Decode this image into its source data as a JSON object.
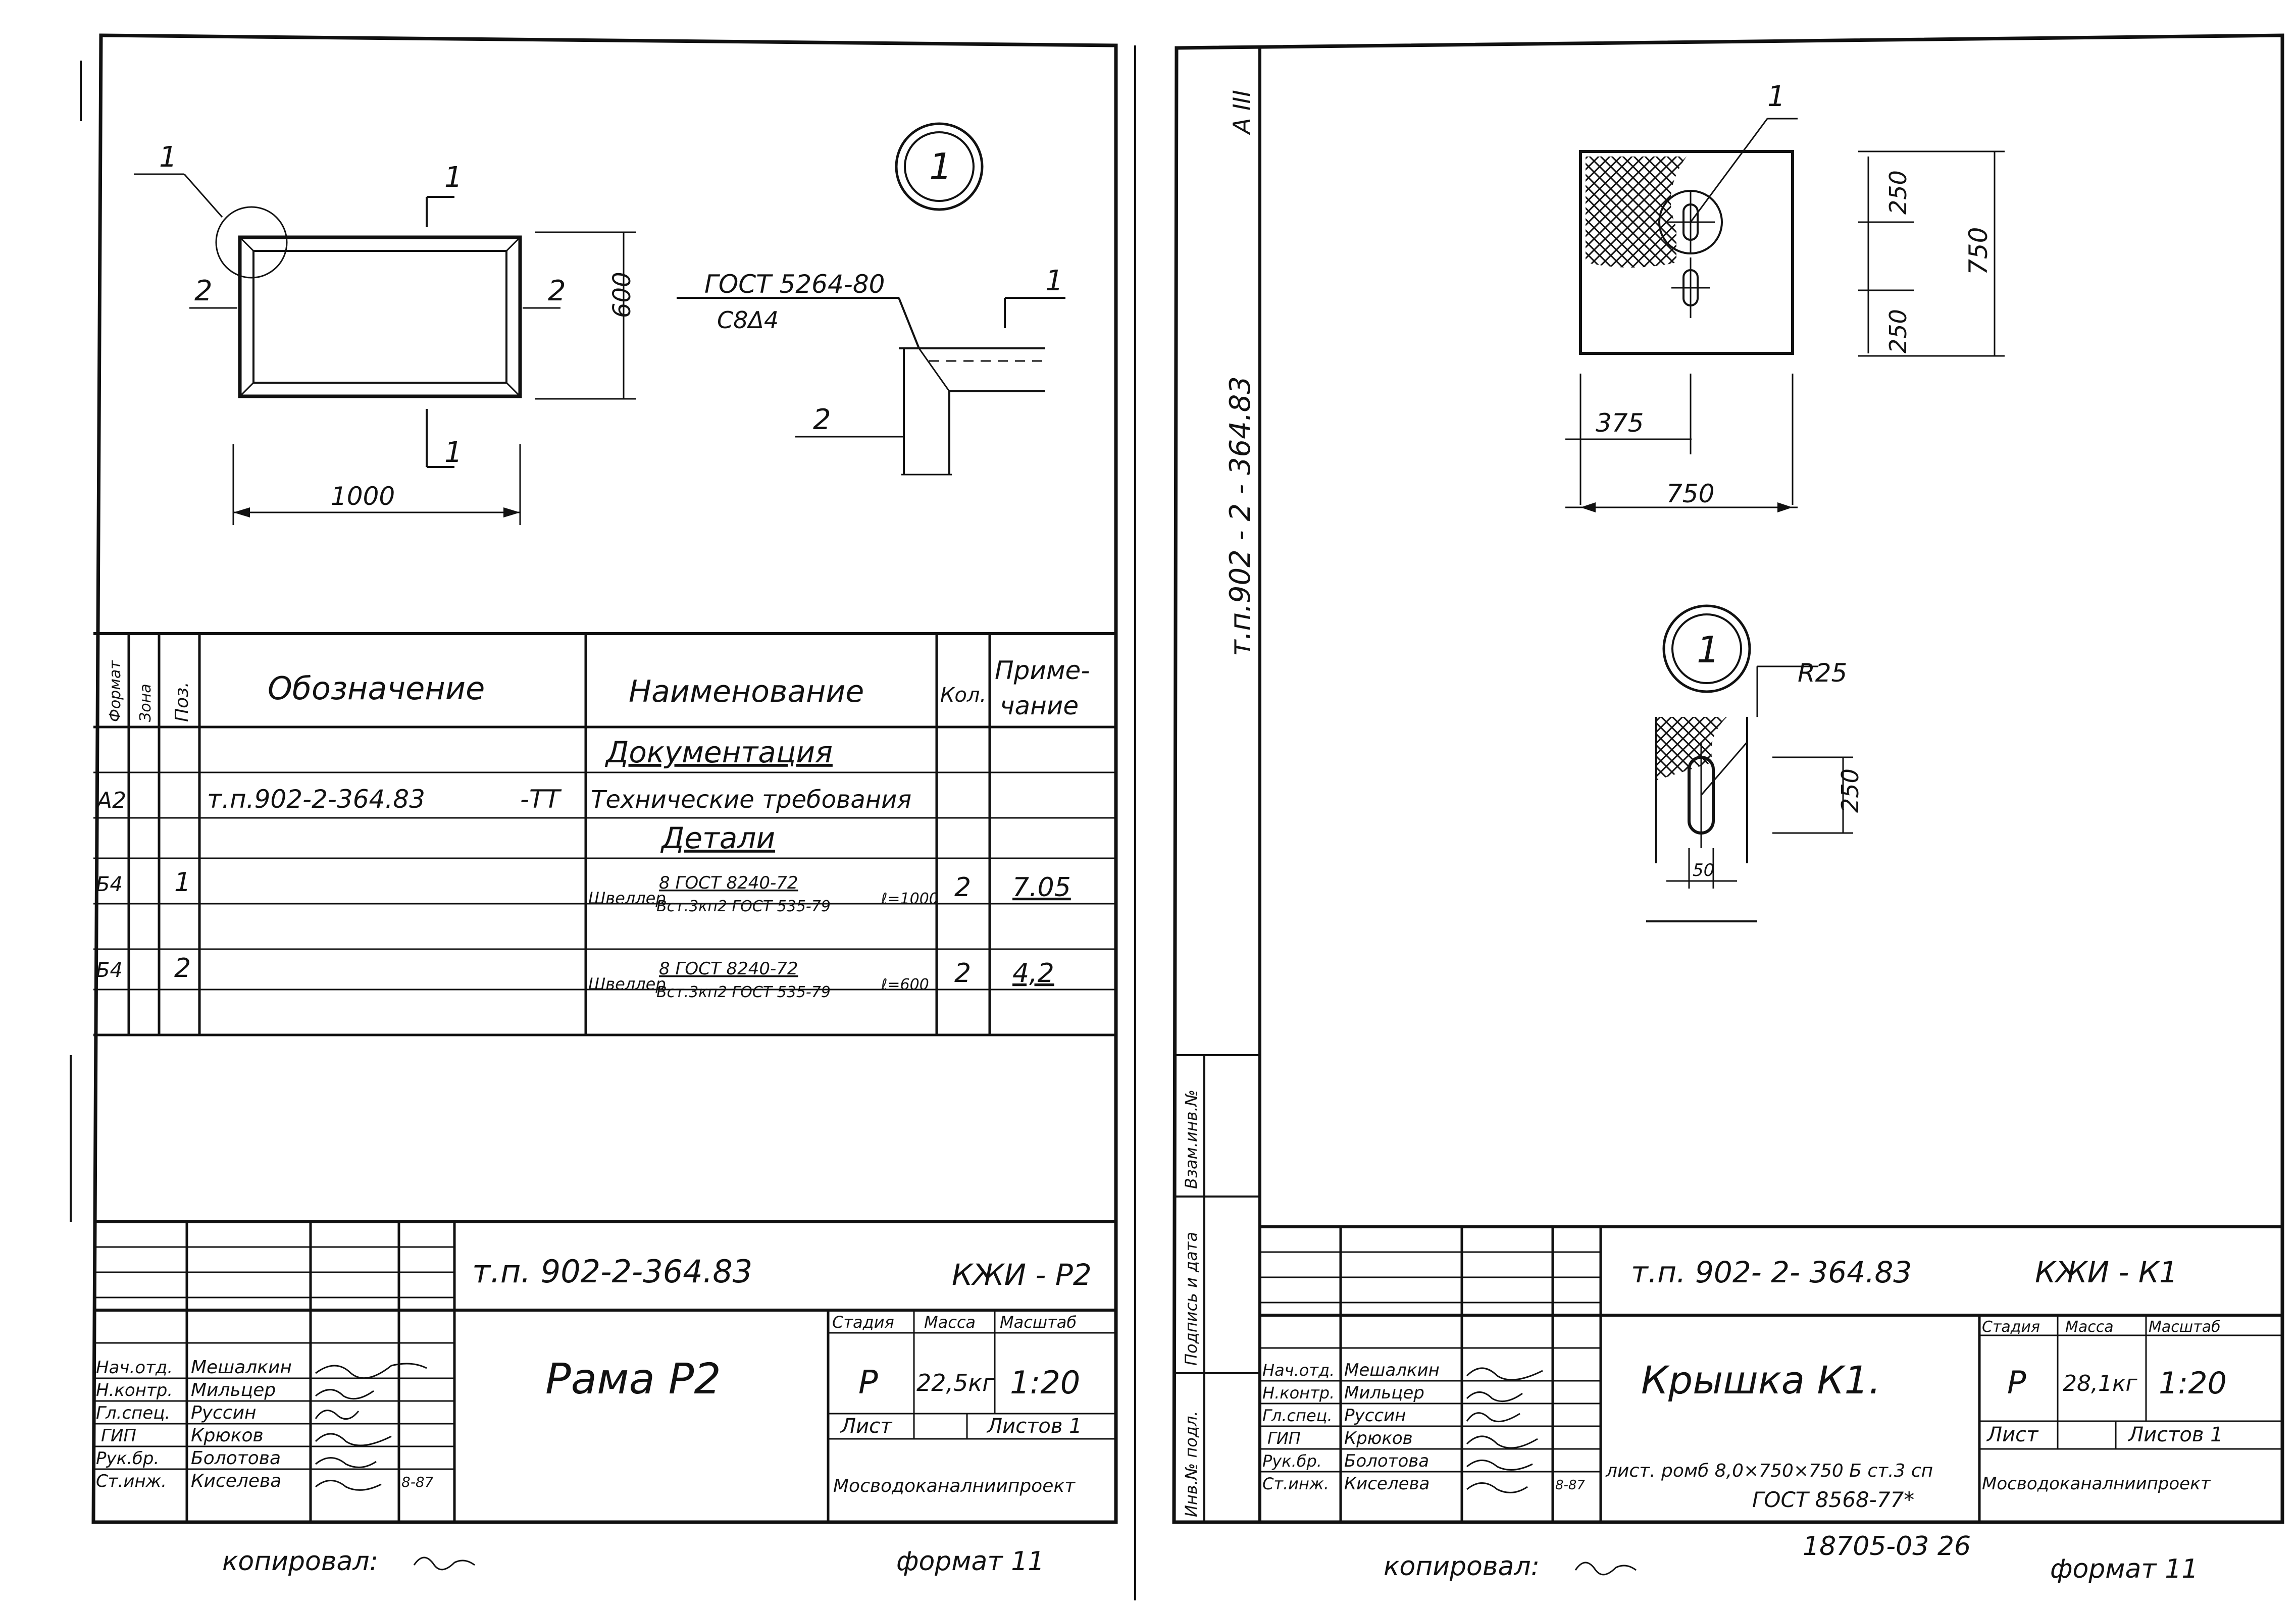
{
  "left_sheet": {
    "detail_marker": "1",
    "dims": {
      "width": "1000",
      "height": "600"
    },
    "callouts": {
      "one_a": "1",
      "one_b": "1",
      "one_c": "1",
      "one_d": "1",
      "two_a": "2",
      "two_b": "2",
      "two_c": "2"
    },
    "weld_note": {
      "line1": "ГОСТ 5264-80",
      "line2": "С8Δ4"
    },
    "spec_table": {
      "headers": {
        "format": "Формат",
        "zone": "Зона",
        "pos": "Поз.",
        "designation": "Обозначение",
        "name": "Наименование",
        "qty": "Кол.",
        "note_l1": "Приме-",
        "note_l2": "чание"
      },
      "section_docs": "Документация",
      "row_doc": {
        "format": "А2",
        "designation": "т.п.902-2-364.83",
        "suffix": "-ТТ",
        "name": "Технические требования"
      },
      "section_parts": "Детали",
      "rows": [
        {
          "format": "Б4",
          "pos": "1",
          "name_prefix": "Швеллер",
          "num": "8 ГОСТ 8240-72",
          "den": "Вст.3кп2 ГОСТ 535-79",
          "len": "ℓ=1000",
          "qty": "2",
          "note": "7.05"
        },
        {
          "format": "Б4",
          "pos": "2",
          "name_prefix": "Швеллер",
          "num": "8 ГОСТ 8240-72",
          "den": "Вст.3кп2 ГОСТ 535-79",
          "len": "ℓ=600",
          "qty": "2",
          "note": "4,2"
        }
      ]
    },
    "title_block": {
      "doc_code": "т.п. 902-2-364.83",
      "sheet_code": "КЖИ - Р2",
      "title": "Рама  Р2",
      "stage_label": "Стадия",
      "mass_label": "Масса",
      "scale_label": "Масштаб",
      "stage": "Р",
      "mass": "22,5кг",
      "scale": "1:20",
      "sheet_label": "Лист",
      "sheets_label": "Листов 1",
      "org": "Мосводоканалниипроект",
      "roles": [
        "Нач.отд.",
        "Н.контр.",
        "Гл.спец.",
        "ГИП",
        "Рук.бр.",
        "Ст.инж."
      ],
      "names": [
        "Мешалкин",
        "Мильцер",
        "Руссин",
        "Крюков",
        "Болотова",
        "Киселева"
      ],
      "date": "8-87"
    },
    "copied": "копировал:",
    "format": "формат 11"
  },
  "right_sheet": {
    "corner": "А III",
    "vertical_code": "т.п.902 - 2 - 364.83",
    "side_labels": [
      "Инв.№ подл.",
      "Подпись и дата",
      "Взам.инв.№"
    ],
    "callout": "1",
    "dims": {
      "d250a": "250",
      "d250b": "250",
      "d750v": "750",
      "d375": "375",
      "d750h": "750"
    },
    "detail_marker": "1",
    "radius": "R25",
    "dims_detail": {
      "d250": "250",
      "d50": "50"
    },
    "title_block": {
      "doc_code": "т.п. 902- 2- 364.83",
      "sheet_code": "КЖИ - К1",
      "title": "Крышка  К1.",
      "stage_label": "Стадия",
      "mass_label": "Масса",
      "scale_label": "Масштаб",
      "stage": "Р",
      "mass": "28,1кг",
      "scale": "1:20",
      "sheet_label": "Лист",
      "sheets_label": "Листов 1",
      "org": "Мосводоканалниипроект",
      "material_line1": "лист. ромб 8,0×750×750 Б ст.3 сп",
      "material_line2": "ГОСТ 8568-77*",
      "roles": [
        "Нач.отд.",
        "Н.контр.",
        "Гл.спец.",
        "ГИП",
        "Рук.бр.",
        "Ст.инж."
      ],
      "names": [
        "Мешалкин",
        "Мильцер",
        "Руссин",
        "Крюков",
        "Болотова",
        "Киселева"
      ],
      "date": "8-87"
    },
    "archive_number": "18705-03  26",
    "copied": "копировал:",
    "format": "формат 11"
  }
}
